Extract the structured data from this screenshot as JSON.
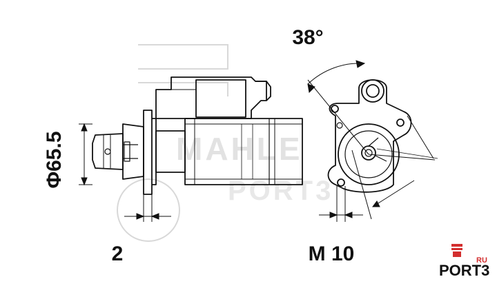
{
  "dimensions": {
    "diameter_label": "Φ65.5",
    "angle_label": "38°",
    "teeth_label": "2",
    "thread_label": "M 10"
  },
  "watermarks": {
    "primary": "MAHLE",
    "secondary": "PORT3"
  },
  "brand": {
    "name": "PORT3",
    "tld": "RU",
    "accent_color": "#d32f2f"
  },
  "colors": {
    "line": "#111111",
    "watermark": "#dcdcdc"
  }
}
